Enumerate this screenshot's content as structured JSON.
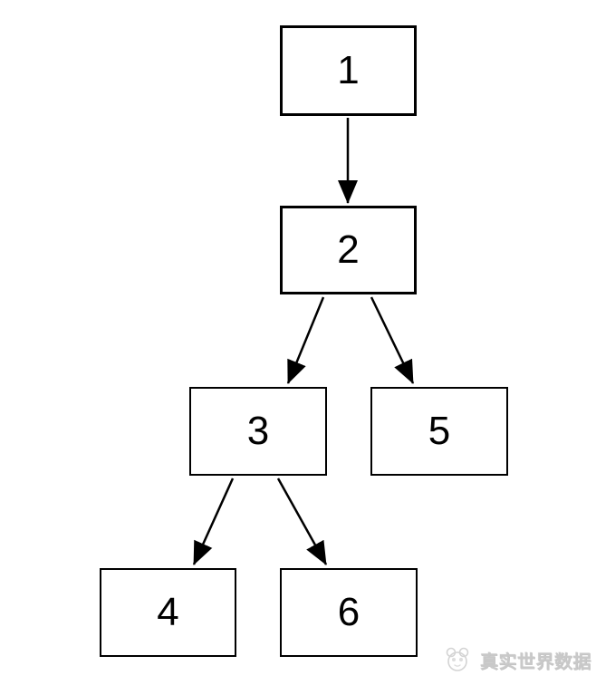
{
  "diagram": {
    "type": "tree",
    "nodes": {
      "n1": {
        "label": "1"
      },
      "n2": {
        "label": "2"
      },
      "n3": {
        "label": "3"
      },
      "n4": {
        "label": "4"
      },
      "n5": {
        "label": "5"
      },
      "n6": {
        "label": "6"
      }
    },
    "edges": [
      {
        "from": "1",
        "to": "2"
      },
      {
        "from": "2",
        "to": "3"
      },
      {
        "from": "2",
        "to": "5"
      },
      {
        "from": "3",
        "to": "4"
      },
      {
        "from": "3",
        "to": "6"
      }
    ],
    "colors": {
      "node_border": "#000000",
      "node_fill": "#ffffff",
      "edge": "#000000",
      "background": "#ffffff"
    }
  },
  "watermark": {
    "text": "真实世界数据",
    "logo_icon": "panda-logo-icon",
    "color": "#c9c9c9"
  }
}
